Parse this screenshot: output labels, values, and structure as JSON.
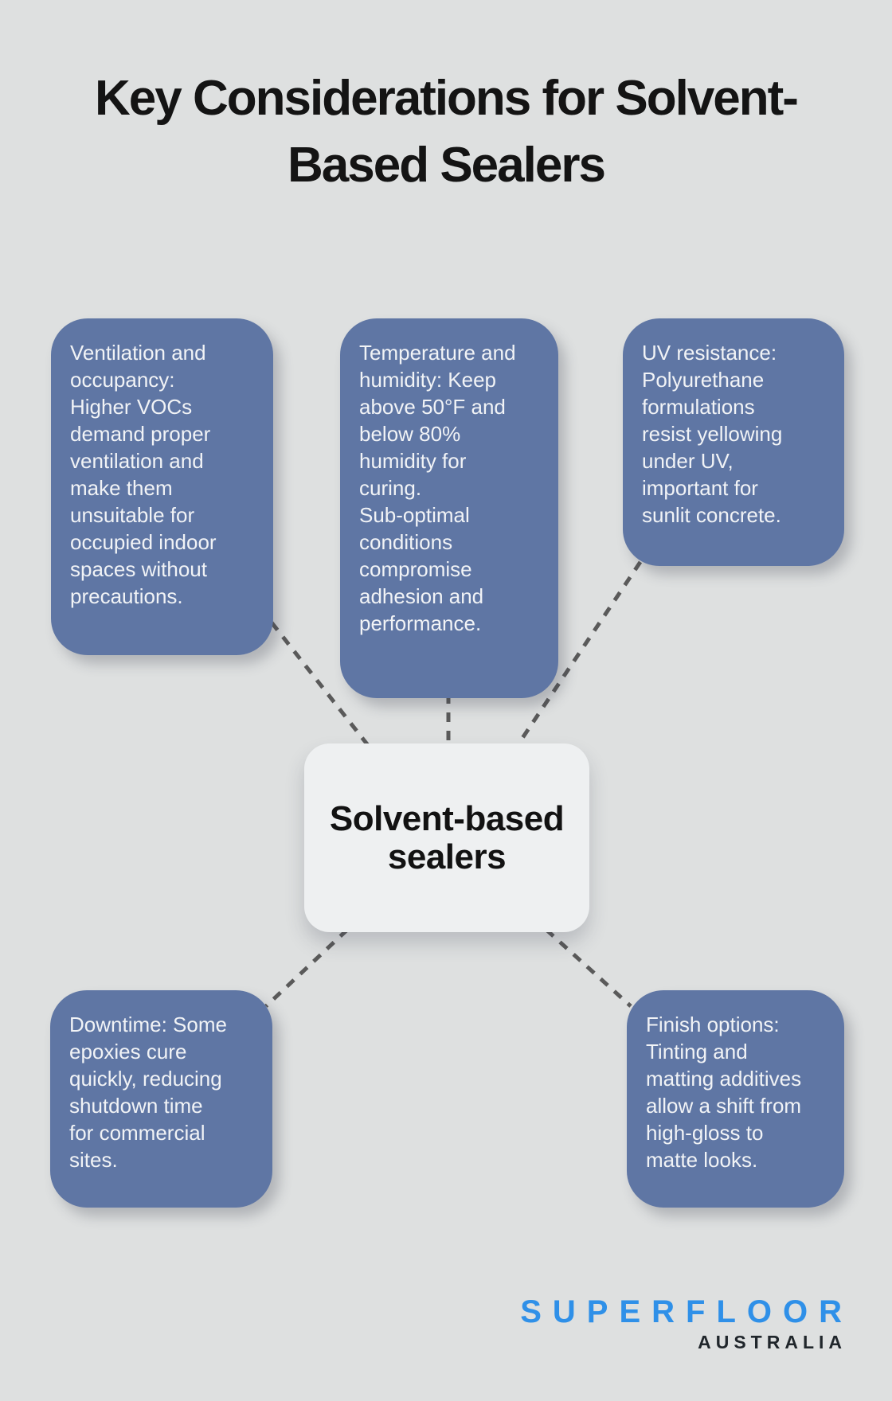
{
  "title": "Key Considerations for Solvent-\nBased Sealers",
  "central_node": {
    "label": "Solvent-based\nsealers"
  },
  "cards": [
    {
      "id": "ventilation-occupancy",
      "text": "Ventilation and\noccupancy:\nHigher VOCs\ndemand proper\nventilation and\nmake them\nunsuitable for\noccupied indoor\nspaces without\nprecautions."
    },
    {
      "id": "temperature-humidity",
      "text": "Temperature and\nhumidity: Keep\nabove 50°F and\nbelow 80%\nhumidity for\ncuring.\nSub-optimal\nconditions\ncompromise\nadhesion and\nperformance."
    },
    {
      "id": "uv-resistance",
      "text": "UV resistance:\nPolyurethane\nformulations\nresist yellowing\nunder UV,\nimportant for\nsunlit concrete."
    },
    {
      "id": "downtime",
      "text": "Downtime: Some\nepoxies cure\nquickly, reducing\nshutdown time\nfor commercial\nsites."
    },
    {
      "id": "finish-options",
      "text": "Finish options:\nTinting and\nmatting additives\nallow a shift from\nhigh-gloss to\nmatte looks."
    }
  ],
  "logo": {
    "brand": "SUPERFLOOR",
    "tagline": "AUSTRALIA"
  },
  "colors": {
    "background": "#dee0e0",
    "card": "#5f76a4",
    "card_text": "#f1f3f6",
    "central_bg": "#eef0f1",
    "central_text": "#121212",
    "connector": "#5a5a5a",
    "logo_blue": "#2f90e8",
    "logo_dark": "#20262b",
    "title": "#141414"
  }
}
